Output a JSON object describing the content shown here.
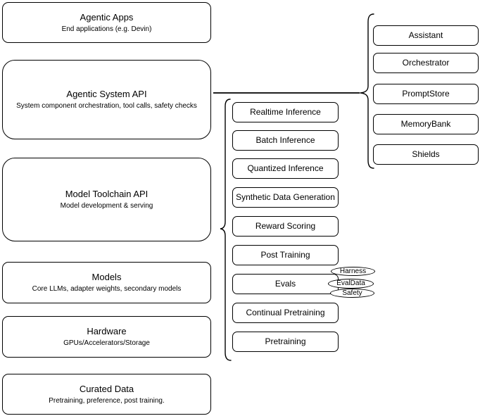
{
  "diagram": {
    "left_column": [
      {
        "title": "Agentic Apps",
        "subtitle": "End applications (e.g. Devin)"
      },
      {
        "title": "Agentic System API",
        "subtitle": "System component orchestration, tool calls, safety checks"
      },
      {
        "title": "Model Toolchain API",
        "subtitle": "Model development & serving"
      },
      {
        "title": "Models",
        "subtitle": "Core LLMs, adapter weights, secondary models"
      },
      {
        "title": "Hardware",
        "subtitle": "GPUs/Accelerators/Storage"
      },
      {
        "title": "Curated Data",
        "subtitle": "Pretraining, preference, post training."
      }
    ],
    "toolchain_items": [
      "Realtime Inference",
      "Batch Inference",
      "Quantized Inference",
      "Synthetic Data Generation",
      "Reward Scoring",
      "Post Training",
      "Evals",
      "Continual Pretraining",
      "Pretraining"
    ],
    "eval_tags": [
      "Harness",
      "EvalData",
      "Safety"
    ],
    "system_components": [
      "Assistant",
      "Orchestrator",
      "PromptStore",
      "MemoryBank",
      "Shields"
    ],
    "colors": {
      "stroke": "#000000",
      "fill": "#ffffff",
      "background": "#ffffff"
    }
  }
}
